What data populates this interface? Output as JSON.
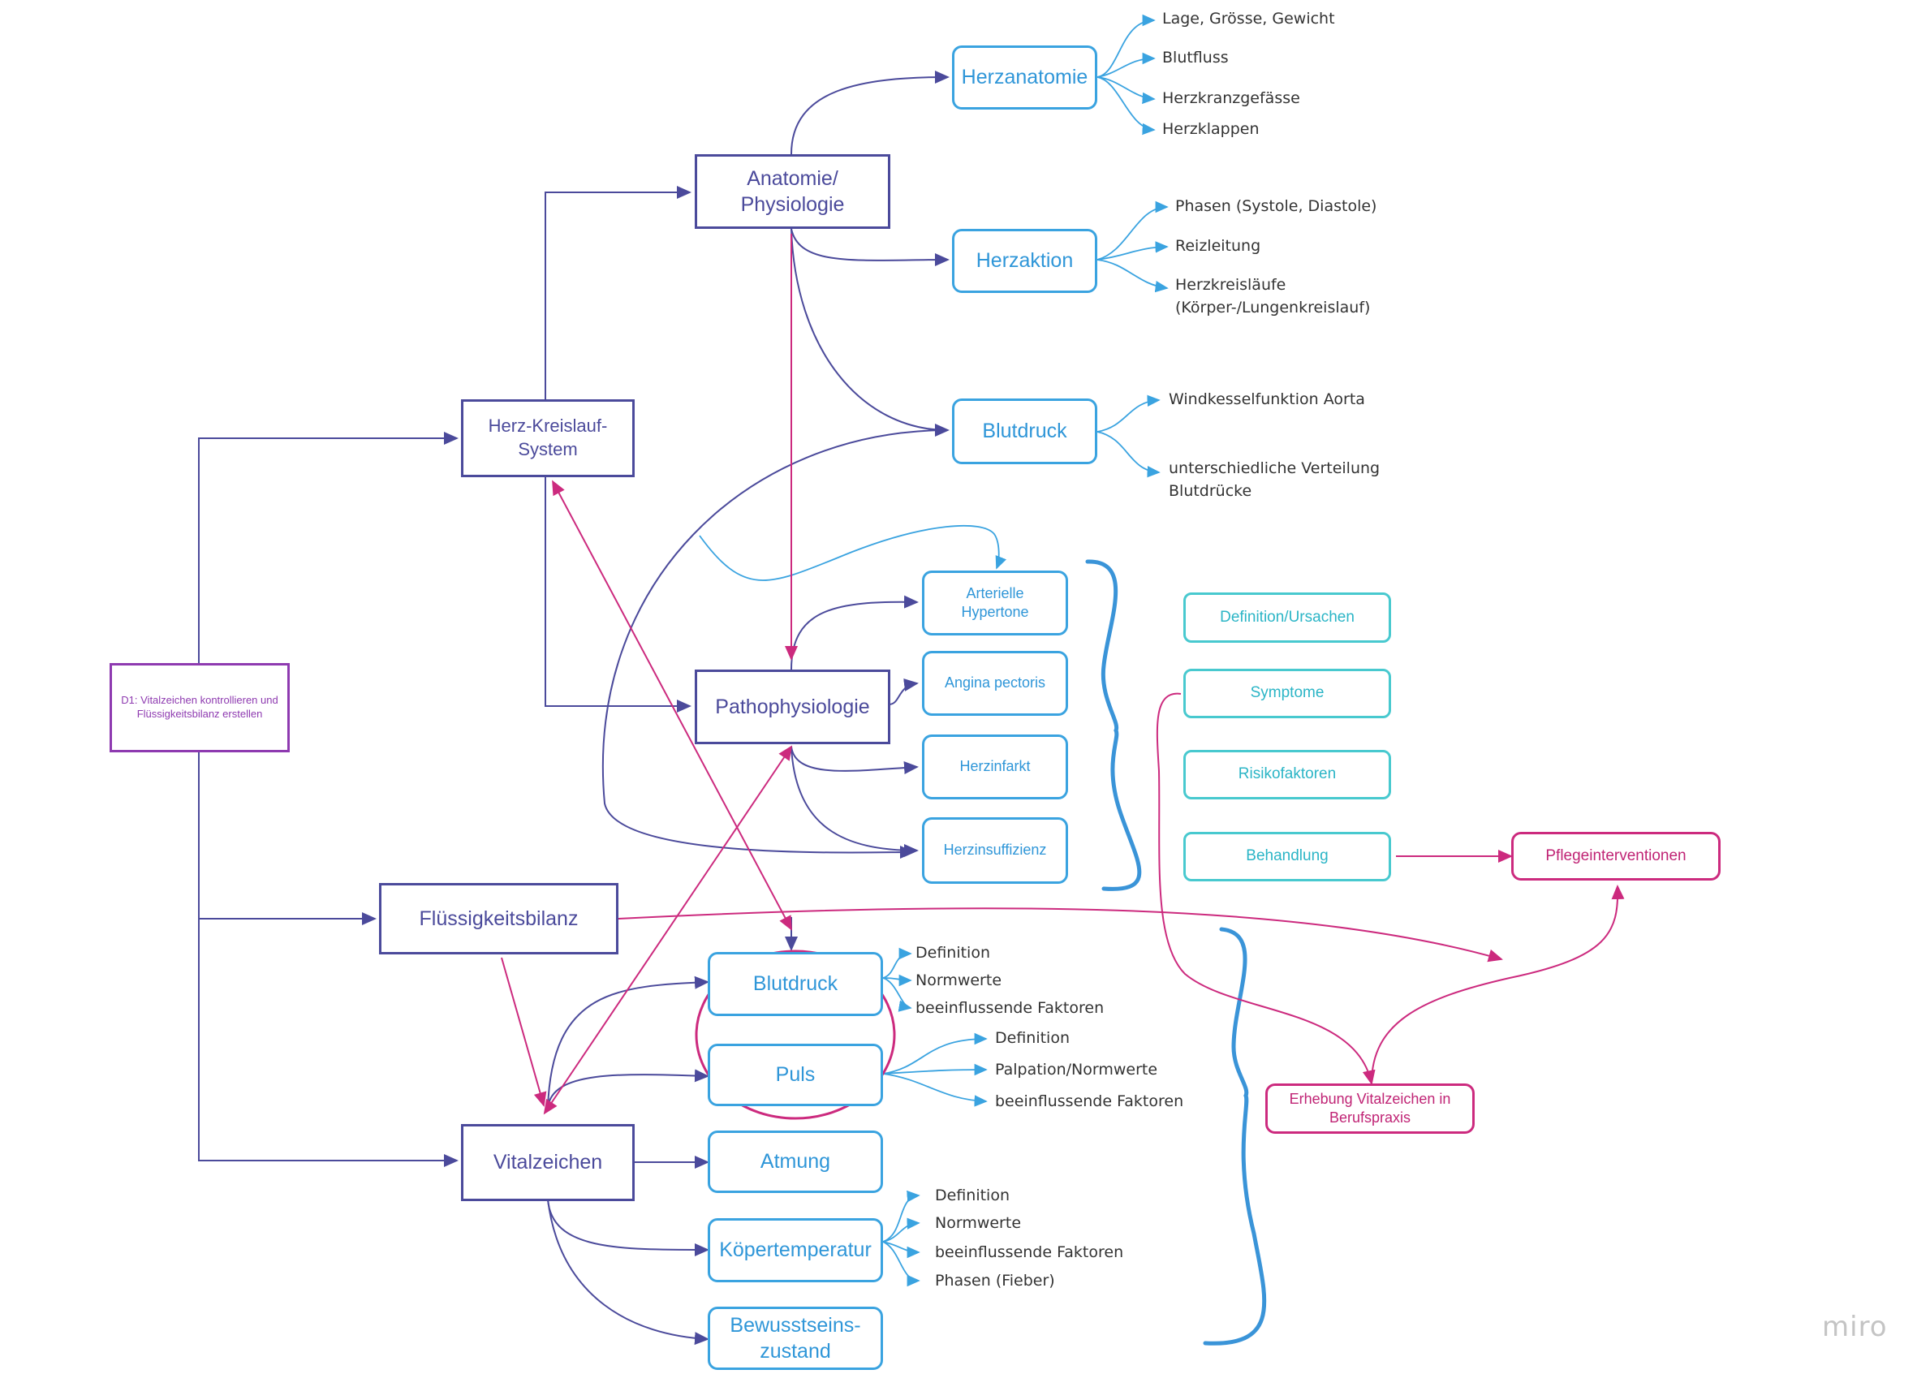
{
  "root": "D1: Vitalzeichen kontrollieren und Flüssigkeitsbilanz erstellen",
  "nodes": {
    "herz_kreislauf": "Herz-Kreislauf-\nSystem",
    "anatomie": "Anatomie/\nPhysiologie",
    "pathophysiologie": "Pathophysiologie",
    "fluessigkeitsbilanz": "Flüssigkeitsbilanz",
    "vitalzeichen": "Vitalzeichen",
    "herzanatomie": "Herzanatomie",
    "herzaktion": "Herzaktion",
    "blutdruck_top": "Blutdruck",
    "hypertonie": "Arterielle\nHypertone",
    "angina": "Angina pectoris",
    "herzinfarkt": "Herzinfarkt",
    "herzinsuffizienz": "Herzinsuffizienz",
    "blutdruck_vital": "Blutdruck",
    "puls": "Puls",
    "atmung": "Atmung",
    "temperatur": "Köpertemperatur",
    "bewusstsein": "Bewusstseins-\nzustand",
    "definition_ursachen": "Definition/Ursachen",
    "symptome": "Symptome",
    "risikofaktoren": "Risikofaktoren",
    "behandlung": "Behandlung",
    "pflegeinterventionen": "Pflegeinterventionen",
    "erhebung": "Erhebung Vitalzeichen in\nBerufspraxis"
  },
  "leaves": {
    "herzanatomie": [
      "Lage, Grösse, Gewicht",
      "Blutfluss",
      "Herzkranzgefässe",
      "Herzklappen"
    ],
    "herzaktion": [
      "Phasen (Systole, Diastole)",
      "Reizleitung",
      "Herzkreisläufe\n(Körper-/Lungenkreislauf)"
    ],
    "blutdruck_top": [
      "Windkesselfunktion Aorta",
      "unterschiedliche Verteilung\nBlutdrücke"
    ],
    "blutdruck_vital": [
      "Definition",
      "Normwerte",
      "beeinflussende Faktoren"
    ],
    "puls": [
      "Definition",
      "Palpation/Normwerte",
      "beeinflussende Faktoren"
    ],
    "temperatur": [
      "Definition",
      "Normwerte",
      "beeinflussende Faktoren",
      "Phasen (Fieber)"
    ]
  },
  "watermark": "miro",
  "colors": {
    "dark": "#4b4a9b",
    "blue": "#3aa3e0",
    "cyan": "#48c9cf",
    "magenta": "#cc2a7e",
    "purple": "#8e3ab0"
  }
}
